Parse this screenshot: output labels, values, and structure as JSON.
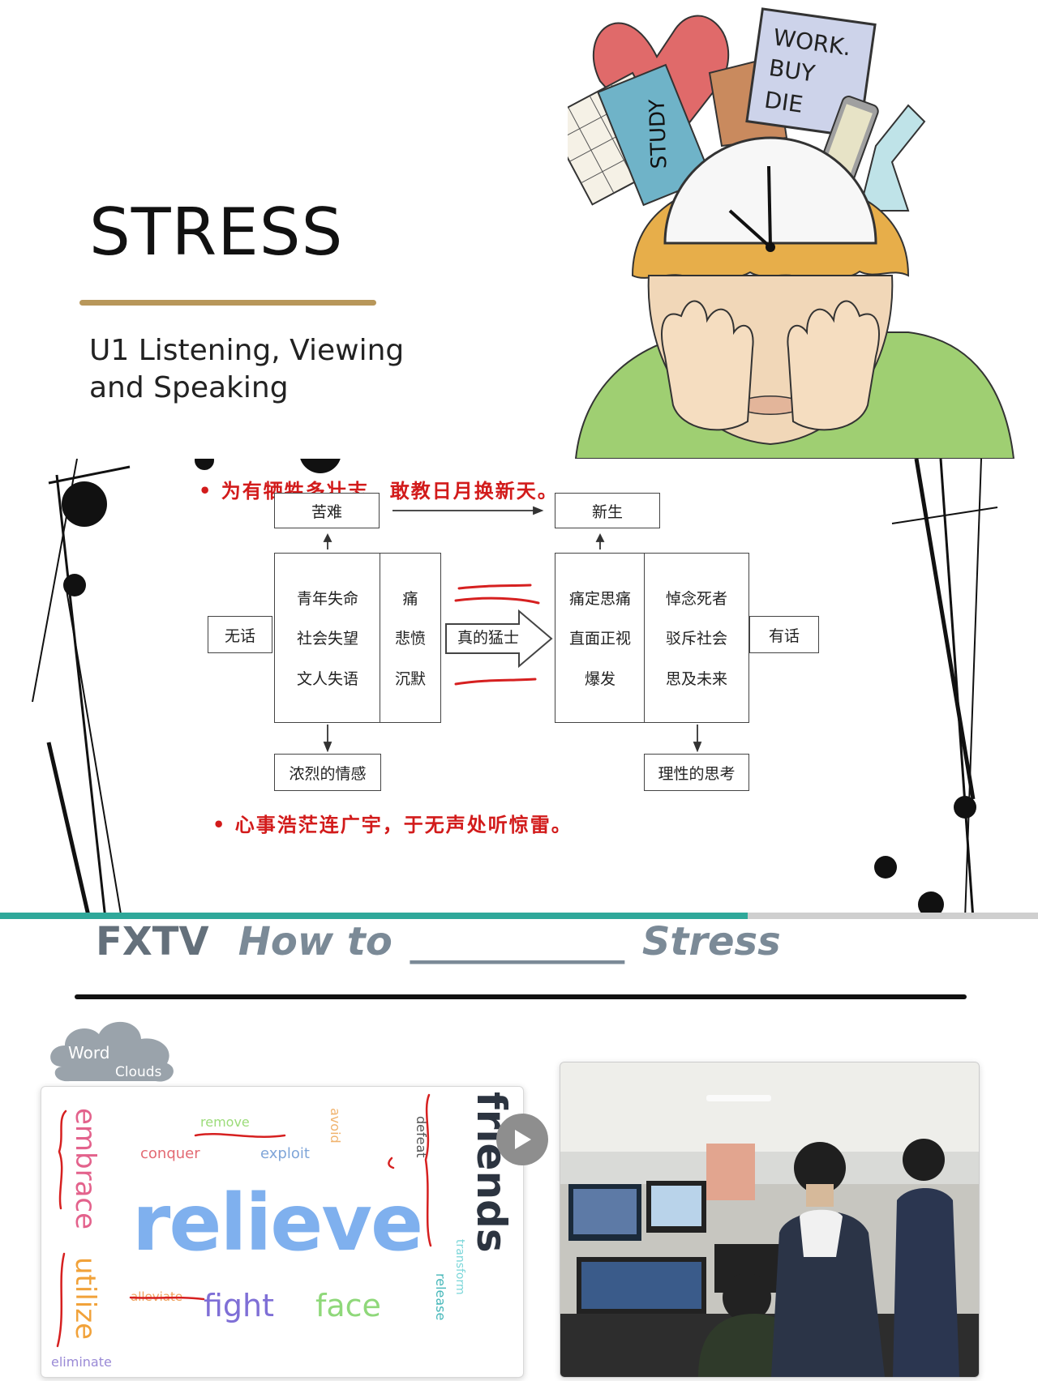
{
  "slide": {
    "title": "STRESS",
    "subtitle_line1": "U1 Listening, Viewing",
    "subtitle_line2": "and Speaking",
    "illustration": {
      "sign_line1": "WORK.",
      "sign_line2": "BUY",
      "sign_line3": "DIE",
      "book_label": "STUDY"
    }
  },
  "video_frame": {
    "quote_top": "• 为有牺牲多壮志，敢教日月换新天。",
    "quote_bottom": "• 心事浩茫连广宇，于无声处听惊雷。",
    "diagram": {
      "top_left": "苦难",
      "top_right": "新生",
      "left_outer": "无话",
      "left_col1": [
        "青年失命",
        "社会失望",
        "文人失语"
      ],
      "left_col2": [
        "痛",
        "悲愤",
        "沉默"
      ],
      "arrow_label": "真的猛士",
      "right_col1": [
        "痛定思痛",
        "直面正视",
        "爆发"
      ],
      "right_col2": [
        "悼念死者",
        "驳斥社会",
        "思及未来"
      ],
      "right_outer": "有话",
      "bottom_left": "浓烈的情感",
      "bottom_right": "理性的思考"
    },
    "progress": 0.72,
    "colors": {
      "quote": "#d21b1b",
      "progress": "#2fa89a"
    }
  },
  "lesson": {
    "brand": "FXTV",
    "heading_prefix": "How to",
    "heading_blank": "___________",
    "heading_suffix": "Stress",
    "cloud_logo_line1": "Word",
    "cloud_logo_line2": "Clouds",
    "word_cloud": {
      "relieve": "relieve",
      "embrace": "embrace",
      "utilize": "utilize",
      "eliminate": "eliminate",
      "remove": "remove",
      "conquer": "conquer",
      "exploit": "exploit",
      "avoid": "avoid",
      "defeat": "defeat",
      "friends": "friends",
      "transform": "transform",
      "release": "release",
      "alleviate": "alleviate",
      "fight": "fight",
      "face": "face"
    },
    "play_icon": "play-icon",
    "photo_subject": "students-at-computer-lab"
  }
}
